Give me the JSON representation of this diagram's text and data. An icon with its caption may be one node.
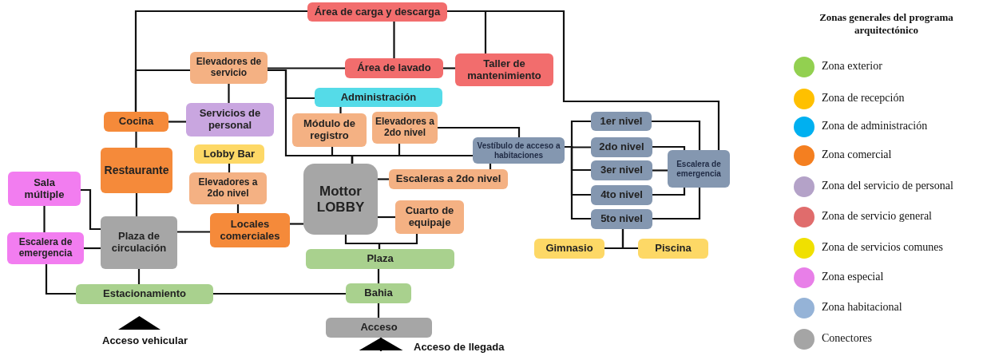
{
  "diagram": {
    "nodes": [
      {
        "text": [
          "Área de carga y descarga"
        ]
      },
      {
        "text": [
          "Elevadores de servicio"
        ]
      },
      {
        "text": [
          "Área de lavado"
        ]
      },
      {
        "text": [
          "Taller de mantenimiento"
        ]
      },
      {
        "text": [
          "Administración"
        ]
      },
      {
        "text": [
          "Cocina"
        ]
      },
      {
        "text": [
          "Servicios de personal"
        ]
      },
      {
        "text": [
          "Módulo de registro"
        ]
      },
      {
        "text": [
          "Elevadores a 2do nivel"
        ]
      },
      {
        "text": [
          "Vestíbulo de acceso a habitaciones"
        ]
      },
      {
        "text": [
          "Lobby Bar"
        ]
      },
      {
        "text": [
          "Restaurante"
        ]
      },
      {
        "text": [
          "Elevadores a 2do nivel"
        ]
      },
      {
        "text": [
          "Mottor LOBBY"
        ]
      },
      {
        "text": [
          "Escaleras a 2do nivel"
        ]
      },
      {
        "text": [
          "Sala múltiple"
        ]
      },
      {
        "text": [
          "Cuarto de equipaje"
        ]
      },
      {
        "text": [
          "Locales comerciales"
        ]
      },
      {
        "text": [
          "Plaza de circulación"
        ]
      },
      {
        "text": [
          "Escalera de emergencia"
        ]
      },
      {
        "text": [
          "Plaza"
        ]
      },
      {
        "text": [
          "Estacionamiento"
        ]
      },
      {
        "text": [
          "Bahia"
        ]
      },
      {
        "text": [
          "Acceso"
        ]
      },
      {
        "text": [
          "1er nivel"
        ]
      },
      {
        "text": [
          "2do nivel"
        ]
      },
      {
        "text": [
          "3er nivel"
        ]
      },
      {
        "text": [
          "4to nivel"
        ]
      },
      {
        "text": [
          "5to nivel"
        ]
      },
      {
        "text": [
          "Escalera de emergencia"
        ]
      },
      {
        "text": [
          "Gimnasio"
        ]
      },
      {
        "text": [
          "Piscina"
        ]
      }
    ],
    "edges": [
      {
        "from": 0,
        "to": 5,
        "arrow": "none"
      },
      {
        "from": 1,
        "to": 5,
        "arrow": "none"
      },
      {
        "from": 0,
        "to": 2,
        "arrow": "none"
      },
      {
        "from": 0,
        "to": 3,
        "arrow": "none"
      },
      {
        "from": 0,
        "to": 29,
        "arrow": "none"
      },
      {
        "from": 1,
        "to": 2,
        "arrow": "none"
      },
      {
        "from": 2,
        "to": 3,
        "arrow": "none"
      },
      {
        "from": 1,
        "to": 4,
        "arrow": "none"
      },
      {
        "from": 1,
        "to": 13,
        "arrow": "none"
      },
      {
        "from": 4,
        "to": 7,
        "arrow": "none"
      },
      {
        "from": 7,
        "to": 13,
        "arrow": "none"
      },
      {
        "from": 8,
        "to": 13,
        "arrow": "none"
      },
      {
        "from": 9,
        "to": 13,
        "arrow": "none"
      },
      {
        "from": 8,
        "to": 9,
        "arrow": "none"
      },
      {
        "from": 9,
        "to": 14,
        "arrow": "none"
      },
      {
        "from": 13,
        "to": 14,
        "arrow": "none"
      },
      {
        "from": 13,
        "to": 16,
        "arrow": "none"
      },
      {
        "from": 13,
        "to": 20,
        "arrow": "none"
      },
      {
        "from": 16,
        "to": 20,
        "arrow": "none"
      },
      {
        "from": 20,
        "to": 22,
        "arrow": "none"
      },
      {
        "from": 22,
        "to": 23,
        "arrow": "none"
      },
      {
        "from": 21,
        "to": 22,
        "arrow": "none"
      },
      {
        "from": 5,
        "to": 6,
        "arrow": "none"
      },
      {
        "from": 1,
        "to": 6,
        "arrow": "none"
      },
      {
        "from": 5,
        "to": 11,
        "arrow": "none"
      },
      {
        "from": 11,
        "to": 18,
        "arrow": "none"
      },
      {
        "from": 10,
        "to": 12,
        "arrow": "none"
      },
      {
        "from": 12,
        "to": 17,
        "arrow": "none"
      },
      {
        "from": 17,
        "to": 13,
        "arrow": "none"
      },
      {
        "from": 18,
        "to": 17,
        "arrow": "none"
      },
      {
        "from": 15,
        "to": 18,
        "arrow": "none"
      },
      {
        "from": 15,
        "to": 19,
        "arrow": "none"
      },
      {
        "from": 19,
        "to": 18,
        "arrow": "none"
      },
      {
        "from": 19,
        "to": 21,
        "arrow": "none"
      },
      {
        "from": 18,
        "to": 21,
        "arrow": "none"
      },
      {
        "from": 9,
        "to": 24,
        "arrow": "none"
      },
      {
        "from": 9,
        "to": 25,
        "arrow": "none"
      },
      {
        "from": 9,
        "to": 26,
        "arrow": "none"
      },
      {
        "from": 9,
        "to": 27,
        "arrow": "none"
      },
      {
        "from": 9,
        "to": 28,
        "arrow": "none"
      },
      {
        "from": 24,
        "to": 29,
        "arrow": "none"
      },
      {
        "from": 25,
        "to": 29,
        "arrow": "none"
      },
      {
        "from": 26,
        "to": 29,
        "arrow": "none"
      },
      {
        "from": 27,
        "to": 29,
        "arrow": "none"
      },
      {
        "from": 28,
        "to": 29,
        "arrow": "none"
      },
      {
        "from": 28,
        "to": 30,
        "arrow": "none"
      },
      {
        "from": 28,
        "to": 31,
        "arrow": "none"
      },
      {
        "from": null,
        "to": 23,
        "arrow": "to"
      }
    ],
    "labels": [
      "Acceso vehicular",
      "Acceso de llegada",
      "Zonas generales del programa arquitectónico"
    ],
    "legend": [
      {
        "text": "Zona exterior",
        "color": "#92d050"
      },
      {
        "text": "Zona de recepción",
        "color": "#ffc000"
      },
      {
        "text": "Zona de administración",
        "color": "#00b0f0"
      },
      {
        "text": "Zona comercial",
        "color": "#f47f20"
      },
      {
        "text": "Zona del servicio de personal",
        "color": "#b4a2c8"
      },
      {
        "text": "Zona de servicio general",
        "color": "#e06c6c"
      },
      {
        "text": "Zona de servicios comunes",
        "color": "#f0e000"
      },
      {
        "text": "Zona especial",
        "color": "#e87fe8"
      },
      {
        "text": "Zona habitacional",
        "color": "#95b3d7"
      },
      {
        "text": "Conectores",
        "color": "#a5a5a5"
      }
    ]
  }
}
